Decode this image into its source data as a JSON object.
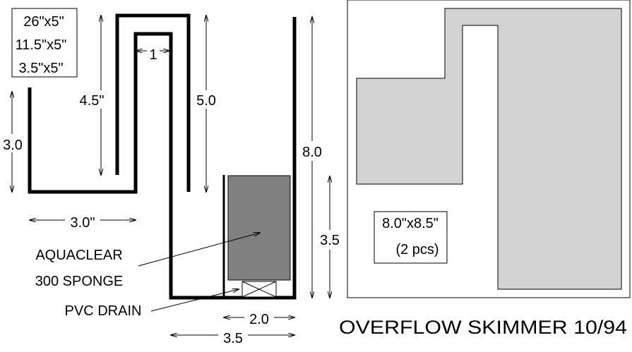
{
  "panel_sizes": {
    "line1": "26\"x5\"",
    "line2": "11.5\"x5\"",
    "line3": "3.5\"x5\""
  },
  "dimensions": {
    "d_3_0_vert": "3.0",
    "d_4_5": "4.5\"",
    "d_1": "1",
    "d_5_0": "5.0",
    "d_8_0": "8.0",
    "d_3_5_vert": "3.5",
    "d_3_0_horiz": "3.0\"",
    "d_2_0": "2.0",
    "d_3_5_horiz": "3.5"
  },
  "callouts": {
    "sponge_line1": "AQUACLEAR",
    "sponge_line2": "300 SPONGE",
    "drain": "PVC DRAIN"
  },
  "side_panel": {
    "size": "8.0\"x8.5\"",
    "count": "(2 pcs)"
  },
  "title": "OVERFLOW SKIMMER 10/94",
  "colors": {
    "sponge": "#808080",
    "panel_fill": "#d3d3d3",
    "line": "#000000"
  }
}
